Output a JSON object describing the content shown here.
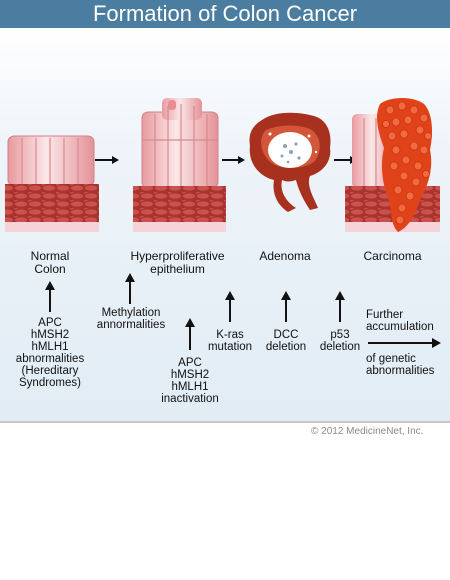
{
  "title": "Formation of Colon Cancer",
  "stages": [
    {
      "label": "Normal\nColon"
    },
    {
      "label": "Hyperproliferative\nepithelium"
    },
    {
      "label": "Adenoma"
    },
    {
      "label": "Carcinoma"
    }
  ],
  "annotations": [
    {
      "text": "APC\nhMSH2\nhMLH1\nabnormalities\n(Hereditary\nSyndromes)"
    },
    {
      "text": "Methylation\nannormalities"
    },
    {
      "text": "APC\nhMSH2\nhMLH1\ninactivation"
    },
    {
      "text": "K-ras\nmutation"
    },
    {
      "text": "DCC\ndeletion"
    },
    {
      "text": "p53\ndeletion"
    },
    {
      "text": "Further\naccumulation"
    },
    {
      "text": "of genetic\nabnormalities"
    }
  ],
  "copyright": "© 2012 MedicineNet, Inc.",
  "colors": {
    "header": "#4a7d9f",
    "tissue": "#b03a35",
    "cell": "#f2c4c6",
    "tumor": "#e0421a"
  }
}
